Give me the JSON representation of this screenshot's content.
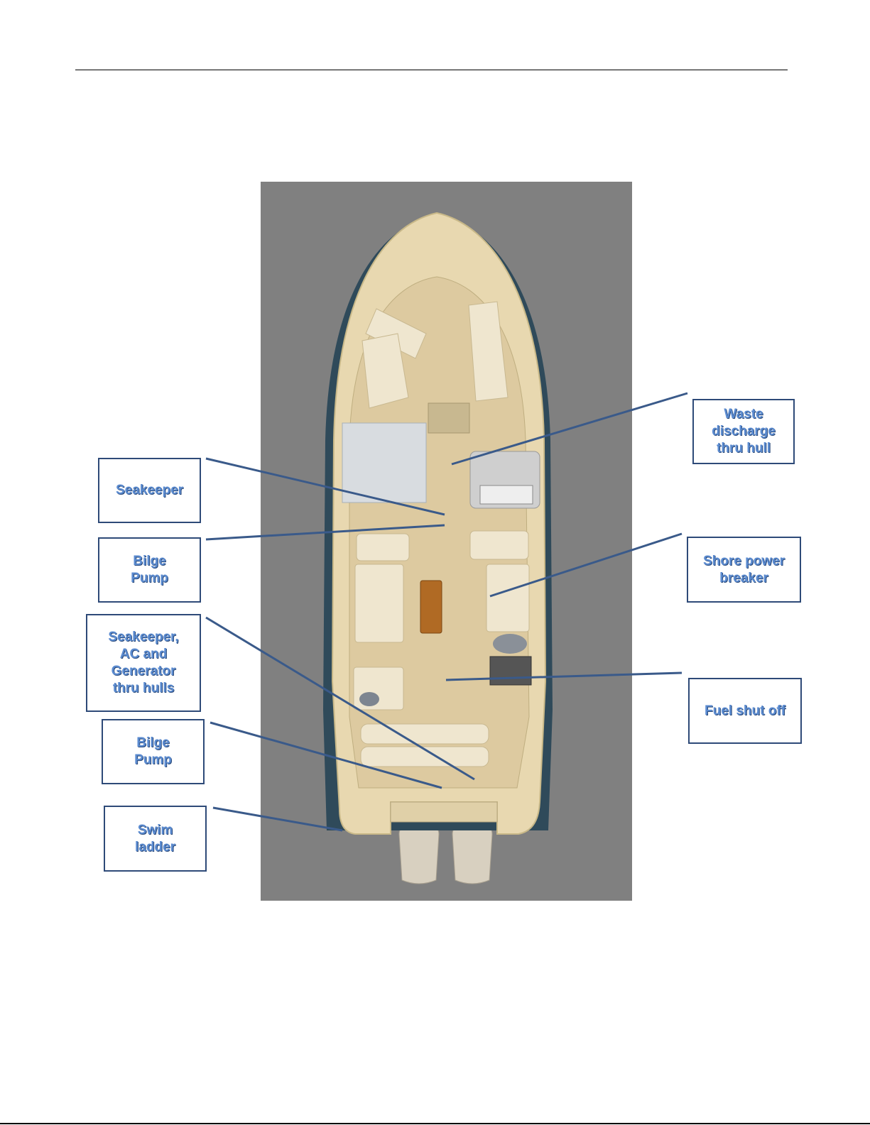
{
  "callouts": {
    "seakeeper": "Seakeeper",
    "bilge_pump_upper": "Bilge\nPump",
    "thru_hulls": "Seakeeper,\nAC and\nGenerator\nthru hulls",
    "bilge_pump_lower": "Bilge\nPump",
    "swim_ladder": "Swim\nladder",
    "waste_discharge": "Waste\ndischarge\nthru hull",
    "shore_power": "Shore power\nbreaker",
    "fuel_shut_off": "Fuel shut off"
  },
  "colors": {
    "callout_text": "#5b8bd0",
    "callout_border": "#2e4a78",
    "leader_line": "#3a5a8a",
    "background_panel": "#808080",
    "deck": "#e8d8b0",
    "hull_trim": "#2f4a5a"
  }
}
